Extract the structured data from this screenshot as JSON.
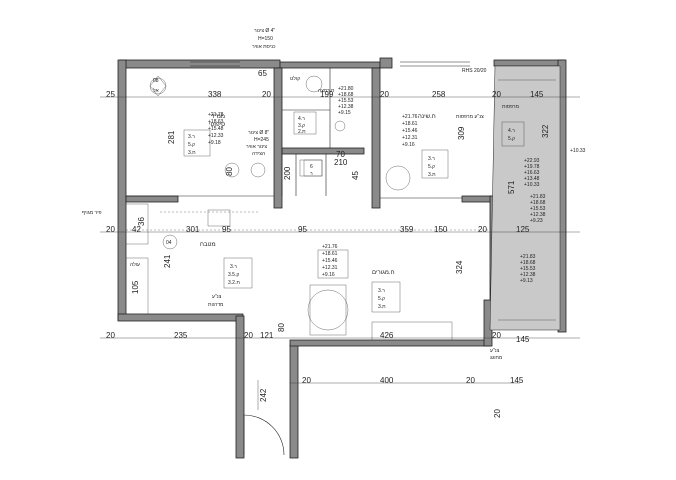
{
  "rooms": {
    "bedroom_master": {
      "name": "ממ\"ד",
      "sub": "טיפוסי",
      "levels": [
        "+21.78",
        "+18.63",
        "+15.48",
        "+12.33",
        "+9.18"
      ],
      "tag": [
        "3.ר",
        "5.ק",
        "3.ת"
      ],
      "badge": "08",
      "badge2": "אל"
    },
    "shower": {
      "name": "ח.רחצה",
      "tag": [
        "4.ר",
        "3.ק",
        "2.ת"
      ]
    },
    "laundry": {
      "name": "קולט"
    },
    "bedroom2": {
      "name": "ח.שינה",
      "levels": [
        "+21.76",
        "+18.61",
        "+15.46",
        "+12.31",
        "+9.16"
      ],
      "tag": [
        "3.ר",
        "5.ק",
        "3.ת"
      ]
    },
    "top_levels": [
      "+21.80",
      "+18.68",
      "+15.53",
      "+12.38",
      "+9.15"
    ],
    "balcony_top": {
      "name": "מרפסות",
      "name2": "צנ\"ע מרפסות",
      "tag": [
        "4.ר",
        "5.ק"
      ],
      "code": "RHS 20/20"
    },
    "balcony_right_levels": [
      "+22.93",
      "+19.78",
      "+16.63",
      "+13.48",
      "+10.33"
    ],
    "balcony_right_levels2": [
      "+21.83",
      "+18.68",
      "+15.53",
      "+12.38",
      "+9.23"
    ],
    "balcony_right_levels3": [
      "+21.83",
      "+18.68",
      "+15.53",
      "+12.38",
      "+9.13"
    ],
    "balcony_right_levels4": [
      "+10.33"
    ],
    "kitchen": {
      "name": "מטבח",
      "tag": [
        "3.ר",
        "3.5.ק",
        "3.2.ת"
      ],
      "circle": "04"
    },
    "living": {
      "name": "ח.מגורים",
      "levels": [
        "+21.76",
        "+18.61",
        "+15.46",
        "+12.31",
        "+9.16"
      ],
      "tag": [
        "3.ר",
        "5.ק",
        "3.ת"
      ]
    },
    "stairs": {
      "name": "צנ\"ע",
      "sub": "מדרגות"
    },
    "corner_balc": {
      "name": "צנ\"ע",
      "sub": "מחוגג"
    },
    "wc": {
      "tag": [
        "6",
        "ר"
      ]
    },
    "storage": {
      "name": "פיר מגויף"
    },
    "shelf": {
      "name": "עולה"
    }
  },
  "notes": {
    "window_top": "צינור Ø 4\"",
    "window_top2": "H=150",
    "window_top3": "כניסת אוויר",
    "vent": "צינור Ø 8\"",
    "vent2": "H=245",
    "vent3": "צינור אוויר",
    "vent4": "הצידה"
  },
  "dims": {
    "d338": "338",
    "d65": "65",
    "d199": "199",
    "d258": "258",
    "d145": "145",
    "d25": "25",
    "d20a": "20",
    "d20b": "20",
    "d20c": "20",
    "d281": "281",
    "d309": "309",
    "d322": "322",
    "d571": "571",
    "d80a": "80",
    "d70": "70",
    "d210": "210",
    "d200": "200",
    "d45": "45",
    "d301": "301",
    "d95": "95",
    "d359": "359",
    "d125": "125",
    "d42": "42",
    "d241": "241",
    "d105": "105",
    "d324": "324",
    "d235": "235",
    "d121": "121",
    "d426": "426",
    "d20d": "20",
    "d20e": "20",
    "d145b": "145",
    "d400": "400",
    "d145c": "145",
    "d242": "242",
    "d80b": "80",
    "d36": "36",
    "d20f": "20",
    "d20g": "20",
    "d20h": "20",
    "d20i": "20",
    "d20j": "20",
    "d95b": "95",
    "d150": "150",
    "d20k": "20"
  }
}
